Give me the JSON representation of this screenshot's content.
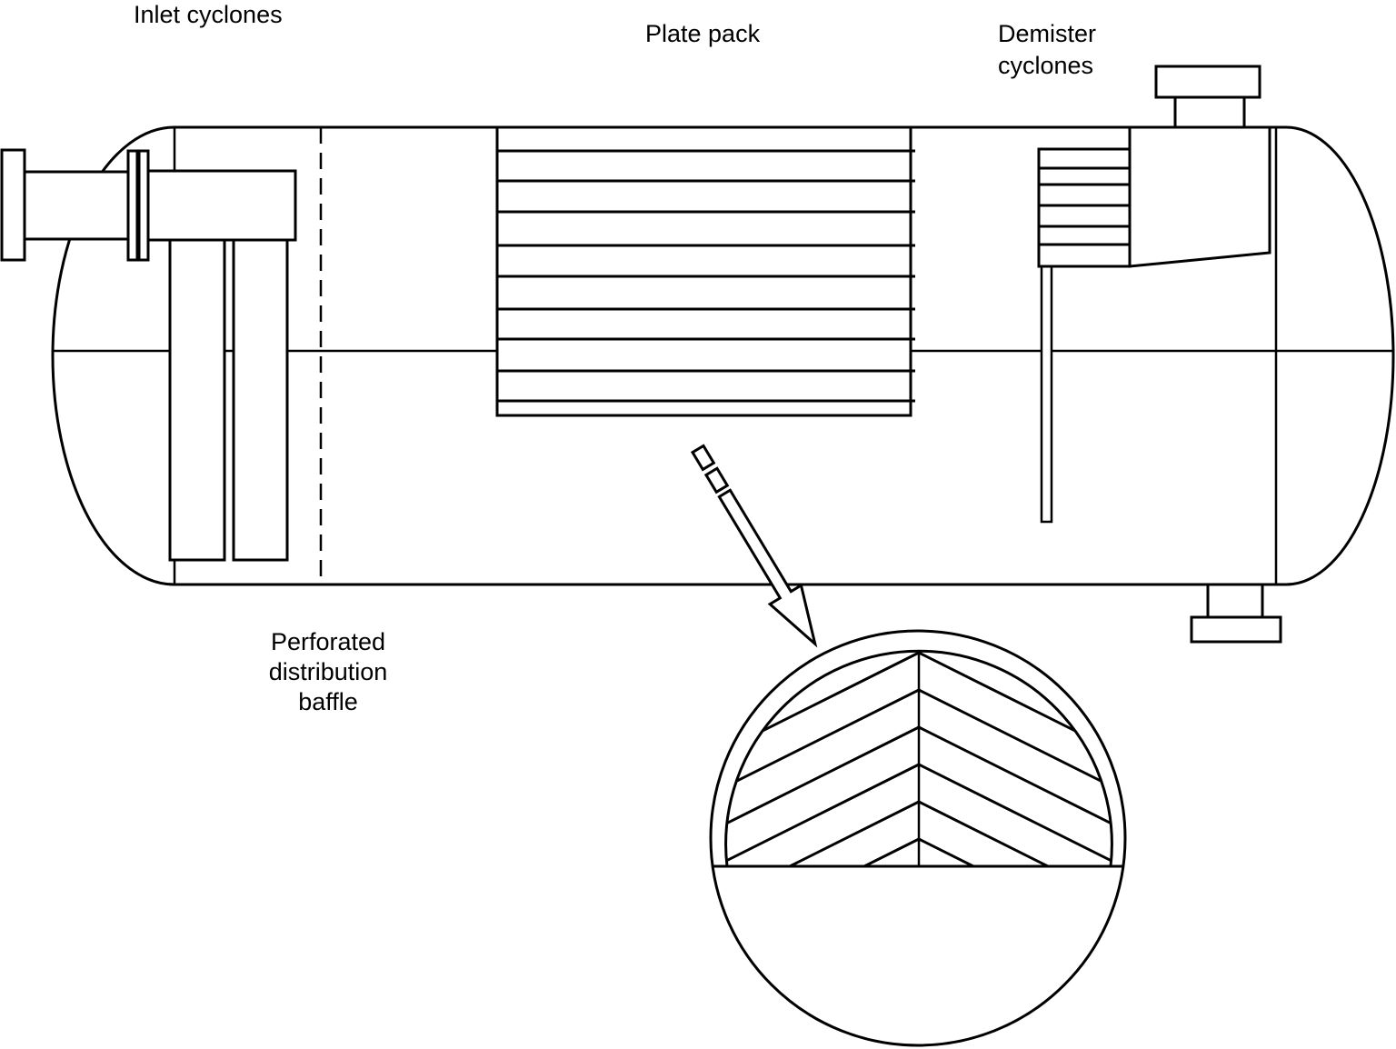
{
  "theme": {
    "stroke": "#000000",
    "bg": "#ffffff"
  },
  "labels": {
    "inlet_cyclones": "Inlet cyclones",
    "plate_pack": "Plate pack",
    "demister_cyclones": "Demister cyclones",
    "perforated_baffle": "Perforated distribution baffle"
  }
}
